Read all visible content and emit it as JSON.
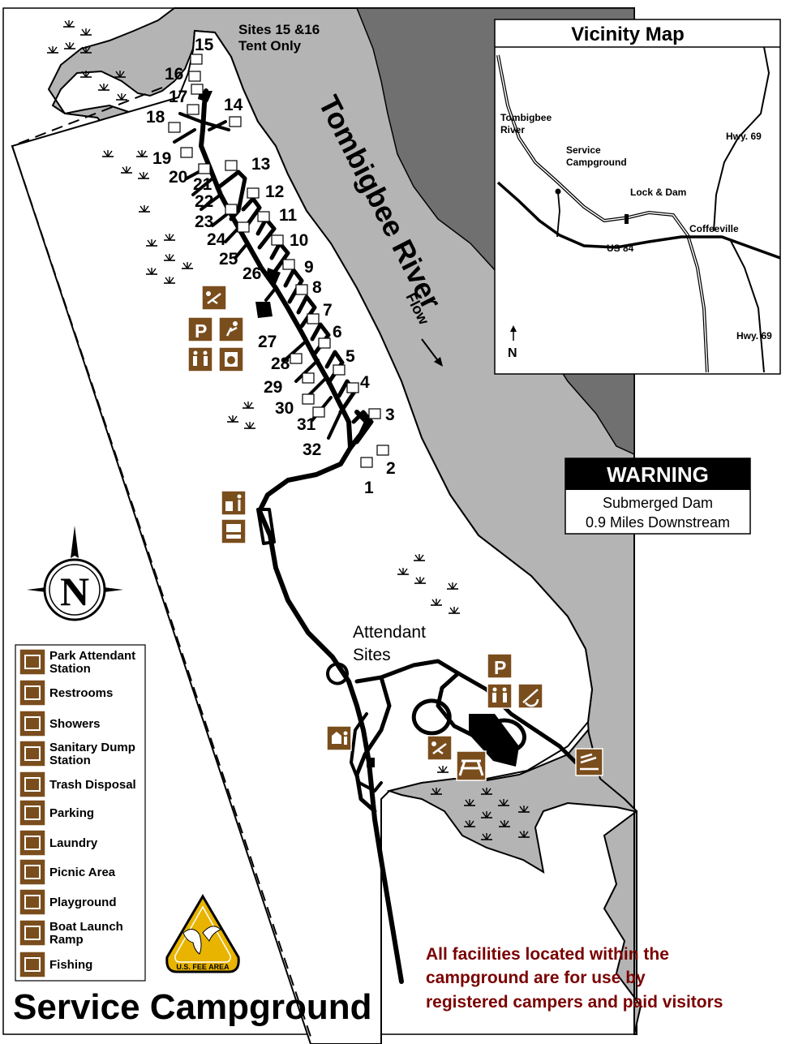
{
  "title": "Service Campground",
  "river": {
    "name": "Tombigbee River",
    "flow_label": "Flow"
  },
  "tent_note": {
    "line1": "Sites 15 &16",
    "line2": "Tent Only"
  },
  "sites": [
    "1",
    "2",
    "3",
    "4",
    "5",
    "6",
    "7",
    "8",
    "9",
    "10",
    "11",
    "12",
    "13",
    "14",
    "15",
    "16",
    "17",
    "18",
    "19",
    "20",
    "21",
    "22",
    "23",
    "24",
    "25",
    "26",
    "27",
    "28",
    "29",
    "30",
    "31",
    "32"
  ],
  "attendant_sites": {
    "line1": "Attendant",
    "line2": "Sites"
  },
  "warning": {
    "header": "WARNING",
    "line1": "Submerged Dam",
    "line2": "0.9 Miles Downstream"
  },
  "vicinity_map": {
    "title": "Vicinity Map",
    "labels": {
      "river_line1": "Tombigbee",
      "river_line2": "River",
      "campground_line1": "Service",
      "campground_line2": "Campground",
      "lock_dam": "Lock & Dam",
      "hwy69_top": "Hwy. 69",
      "coffeeville": "Coffeeville",
      "us84": "US 84",
      "hwy69_bottom": "Hwy. 69",
      "north": "N"
    }
  },
  "compass_letter": "N",
  "legend": [
    {
      "icon": "park-attendant-icon",
      "line1": "Park Attendant",
      "line2": "Station"
    },
    {
      "icon": "restrooms-icon",
      "line1": "Restrooms",
      "line2": ""
    },
    {
      "icon": "showers-icon",
      "line1": "Showers",
      "line2": ""
    },
    {
      "icon": "sanitary-dump-icon",
      "line1": "Sanitary Dump",
      "line2": "Station"
    },
    {
      "icon": "trash-disposal-icon",
      "line1": "Trash Disposal",
      "line2": ""
    },
    {
      "icon": "parking-icon",
      "line1": "Parking",
      "line2": ""
    },
    {
      "icon": "laundry-icon",
      "line1": "Laundry",
      "line2": ""
    },
    {
      "icon": "picnic-area-icon",
      "line1": "Picnic Area",
      "line2": ""
    },
    {
      "icon": "playground-icon",
      "line1": "Playground",
      "line2": ""
    },
    {
      "icon": "boat-launch-icon",
      "line1": "Boat Launch",
      "line2": "Ramp"
    },
    {
      "icon": "fishing-icon",
      "line1": "Fishing",
      "line2": ""
    }
  ],
  "fee_badge": "U.S. FEE AREA",
  "note": {
    "line1": "All facilities located within the",
    "line2": "campground are for use by",
    "line3": "registered campers and paid visitors"
  },
  "colors": {
    "river_gray": "#b4b4b4",
    "deep_gray": "#707070",
    "brown": "#7a4d1d",
    "note_red": "#7a0000"
  }
}
